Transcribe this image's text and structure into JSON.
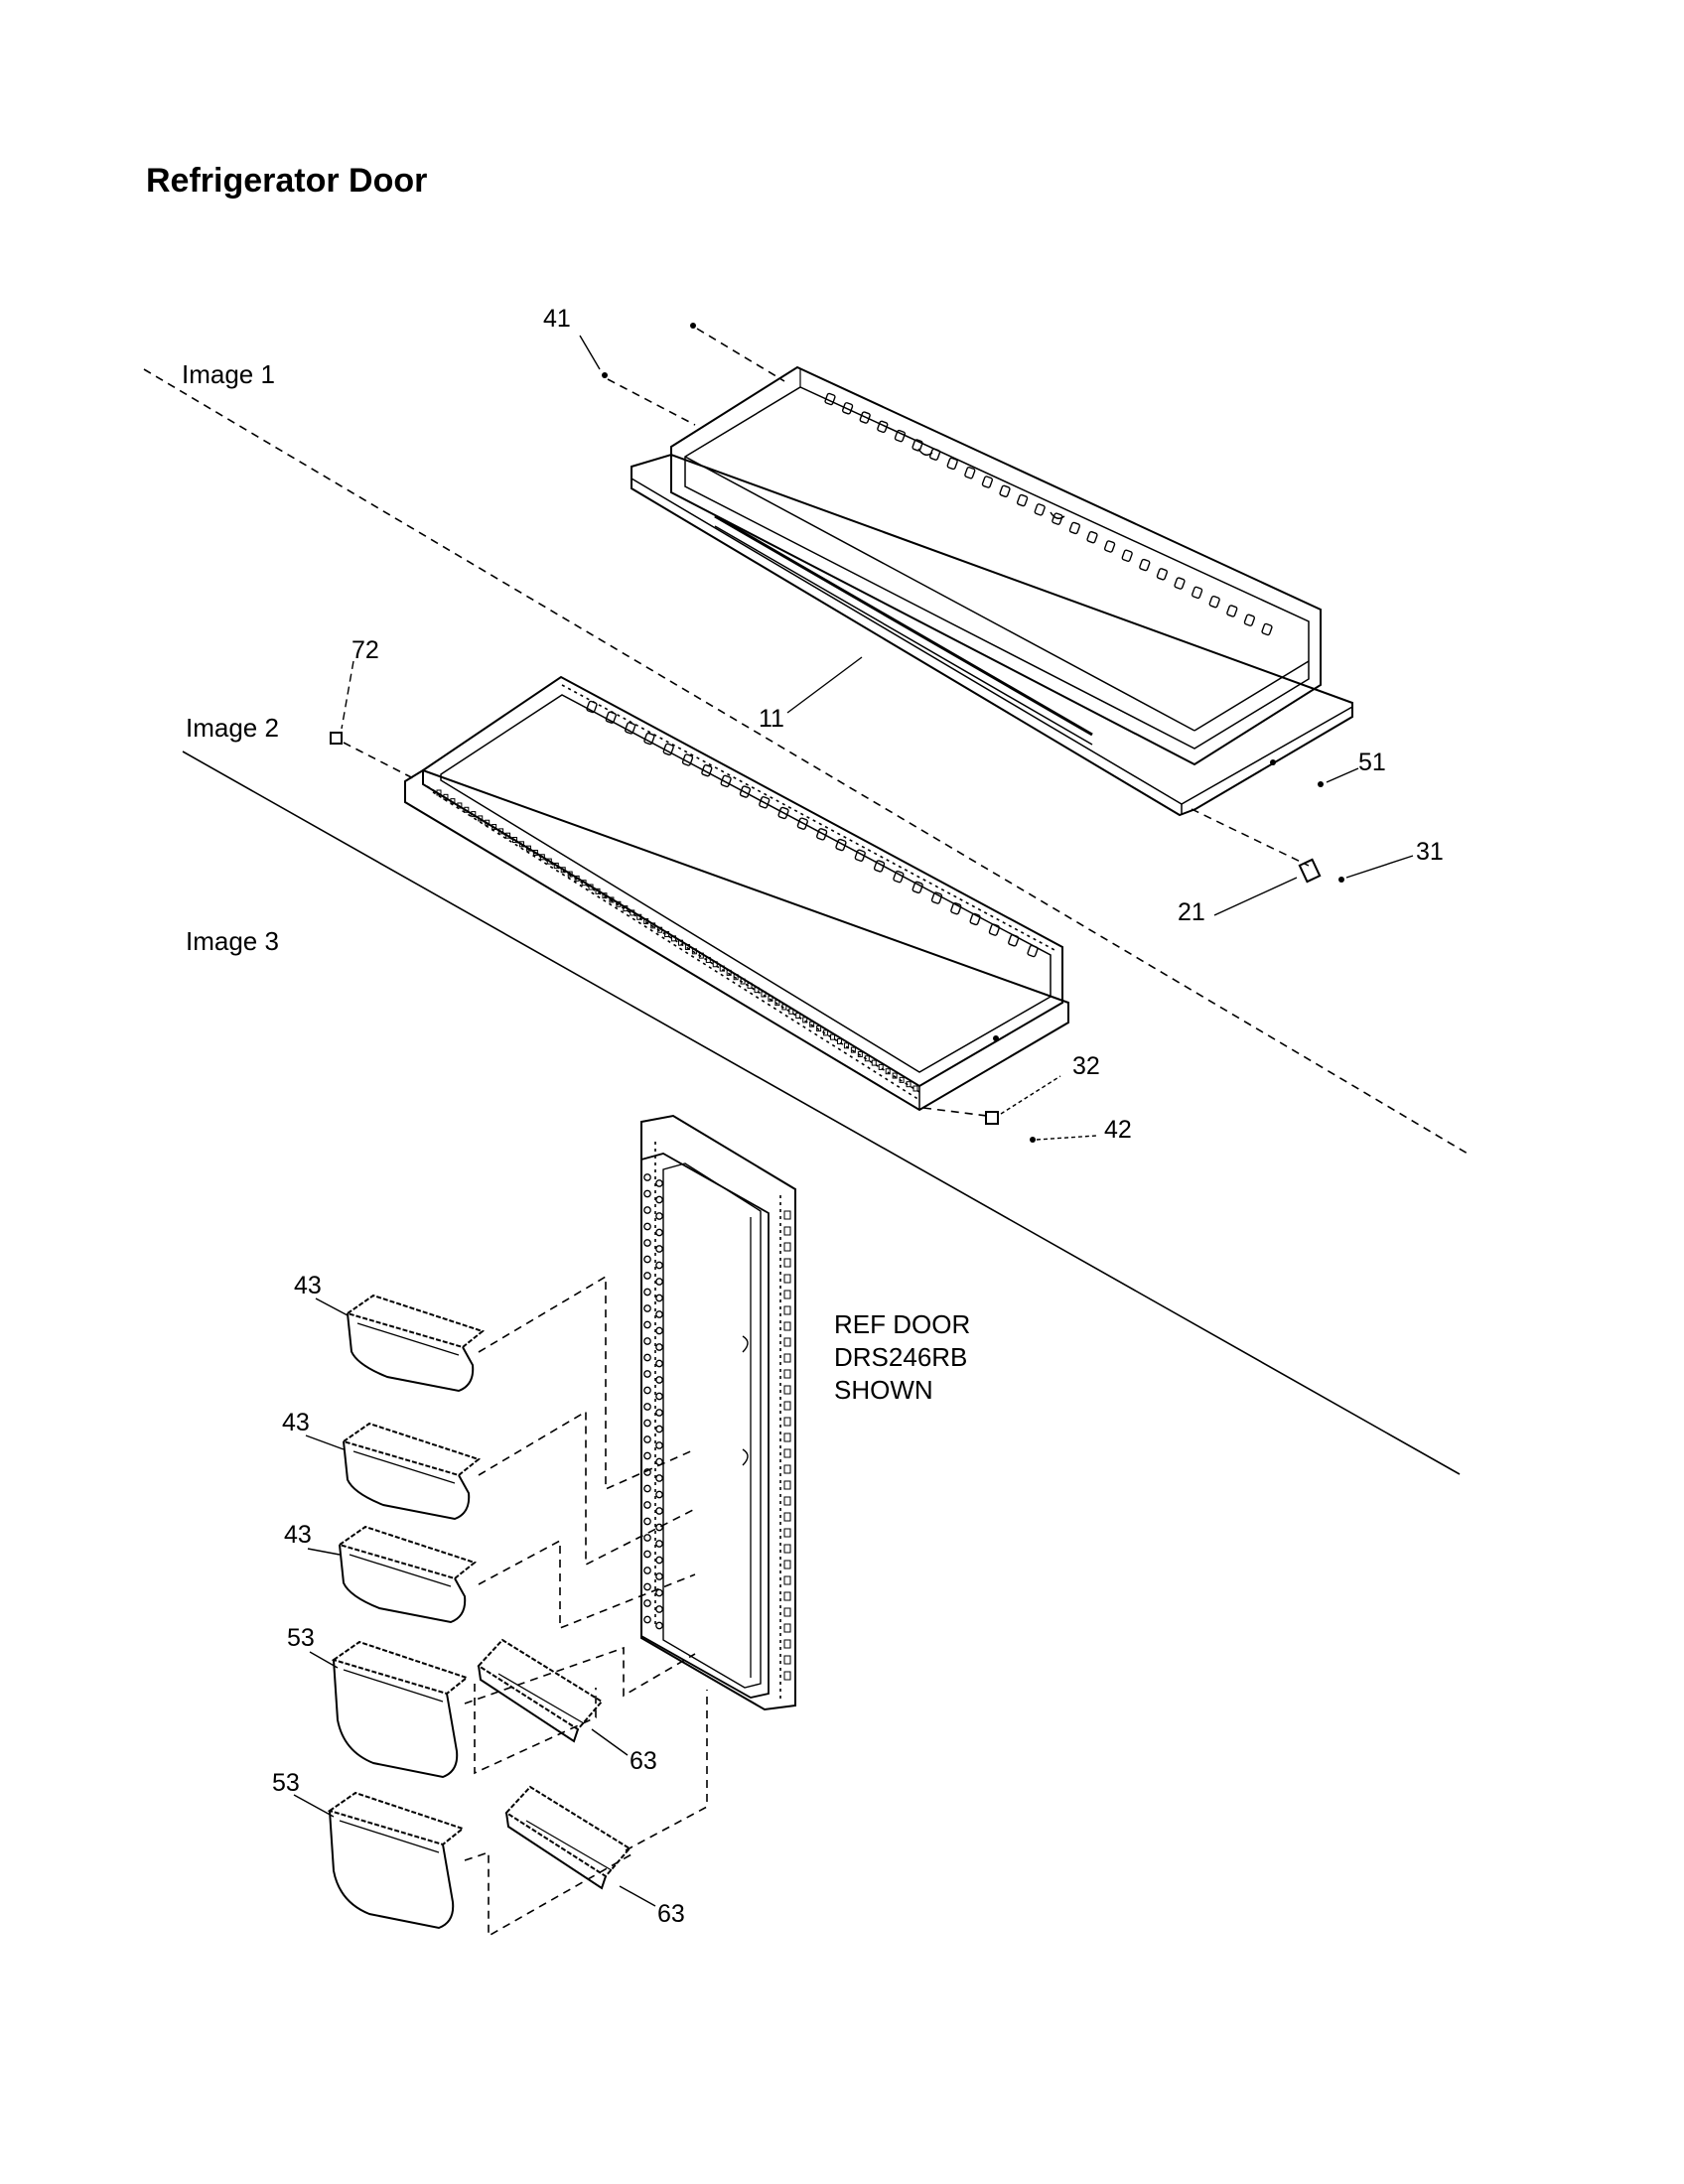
{
  "title": "Refrigerator Door",
  "sections": {
    "image1": "Image 1",
    "image2": "Image 2",
    "image3": "Image 3"
  },
  "note": {
    "line1": "REF DOOR",
    "line2": "DRS246RB",
    "line3": "SHOWN"
  },
  "callouts": {
    "c41": "41",
    "c11": "11",
    "c51": "51",
    "c31": "31",
    "c21": "21",
    "c72": "72",
    "c32": "32",
    "c42": "42",
    "c43a": "43",
    "c43b": "43",
    "c43c": "43",
    "c53a": "53",
    "c53b": "53",
    "c63a": "63",
    "c63b": "63"
  }
}
